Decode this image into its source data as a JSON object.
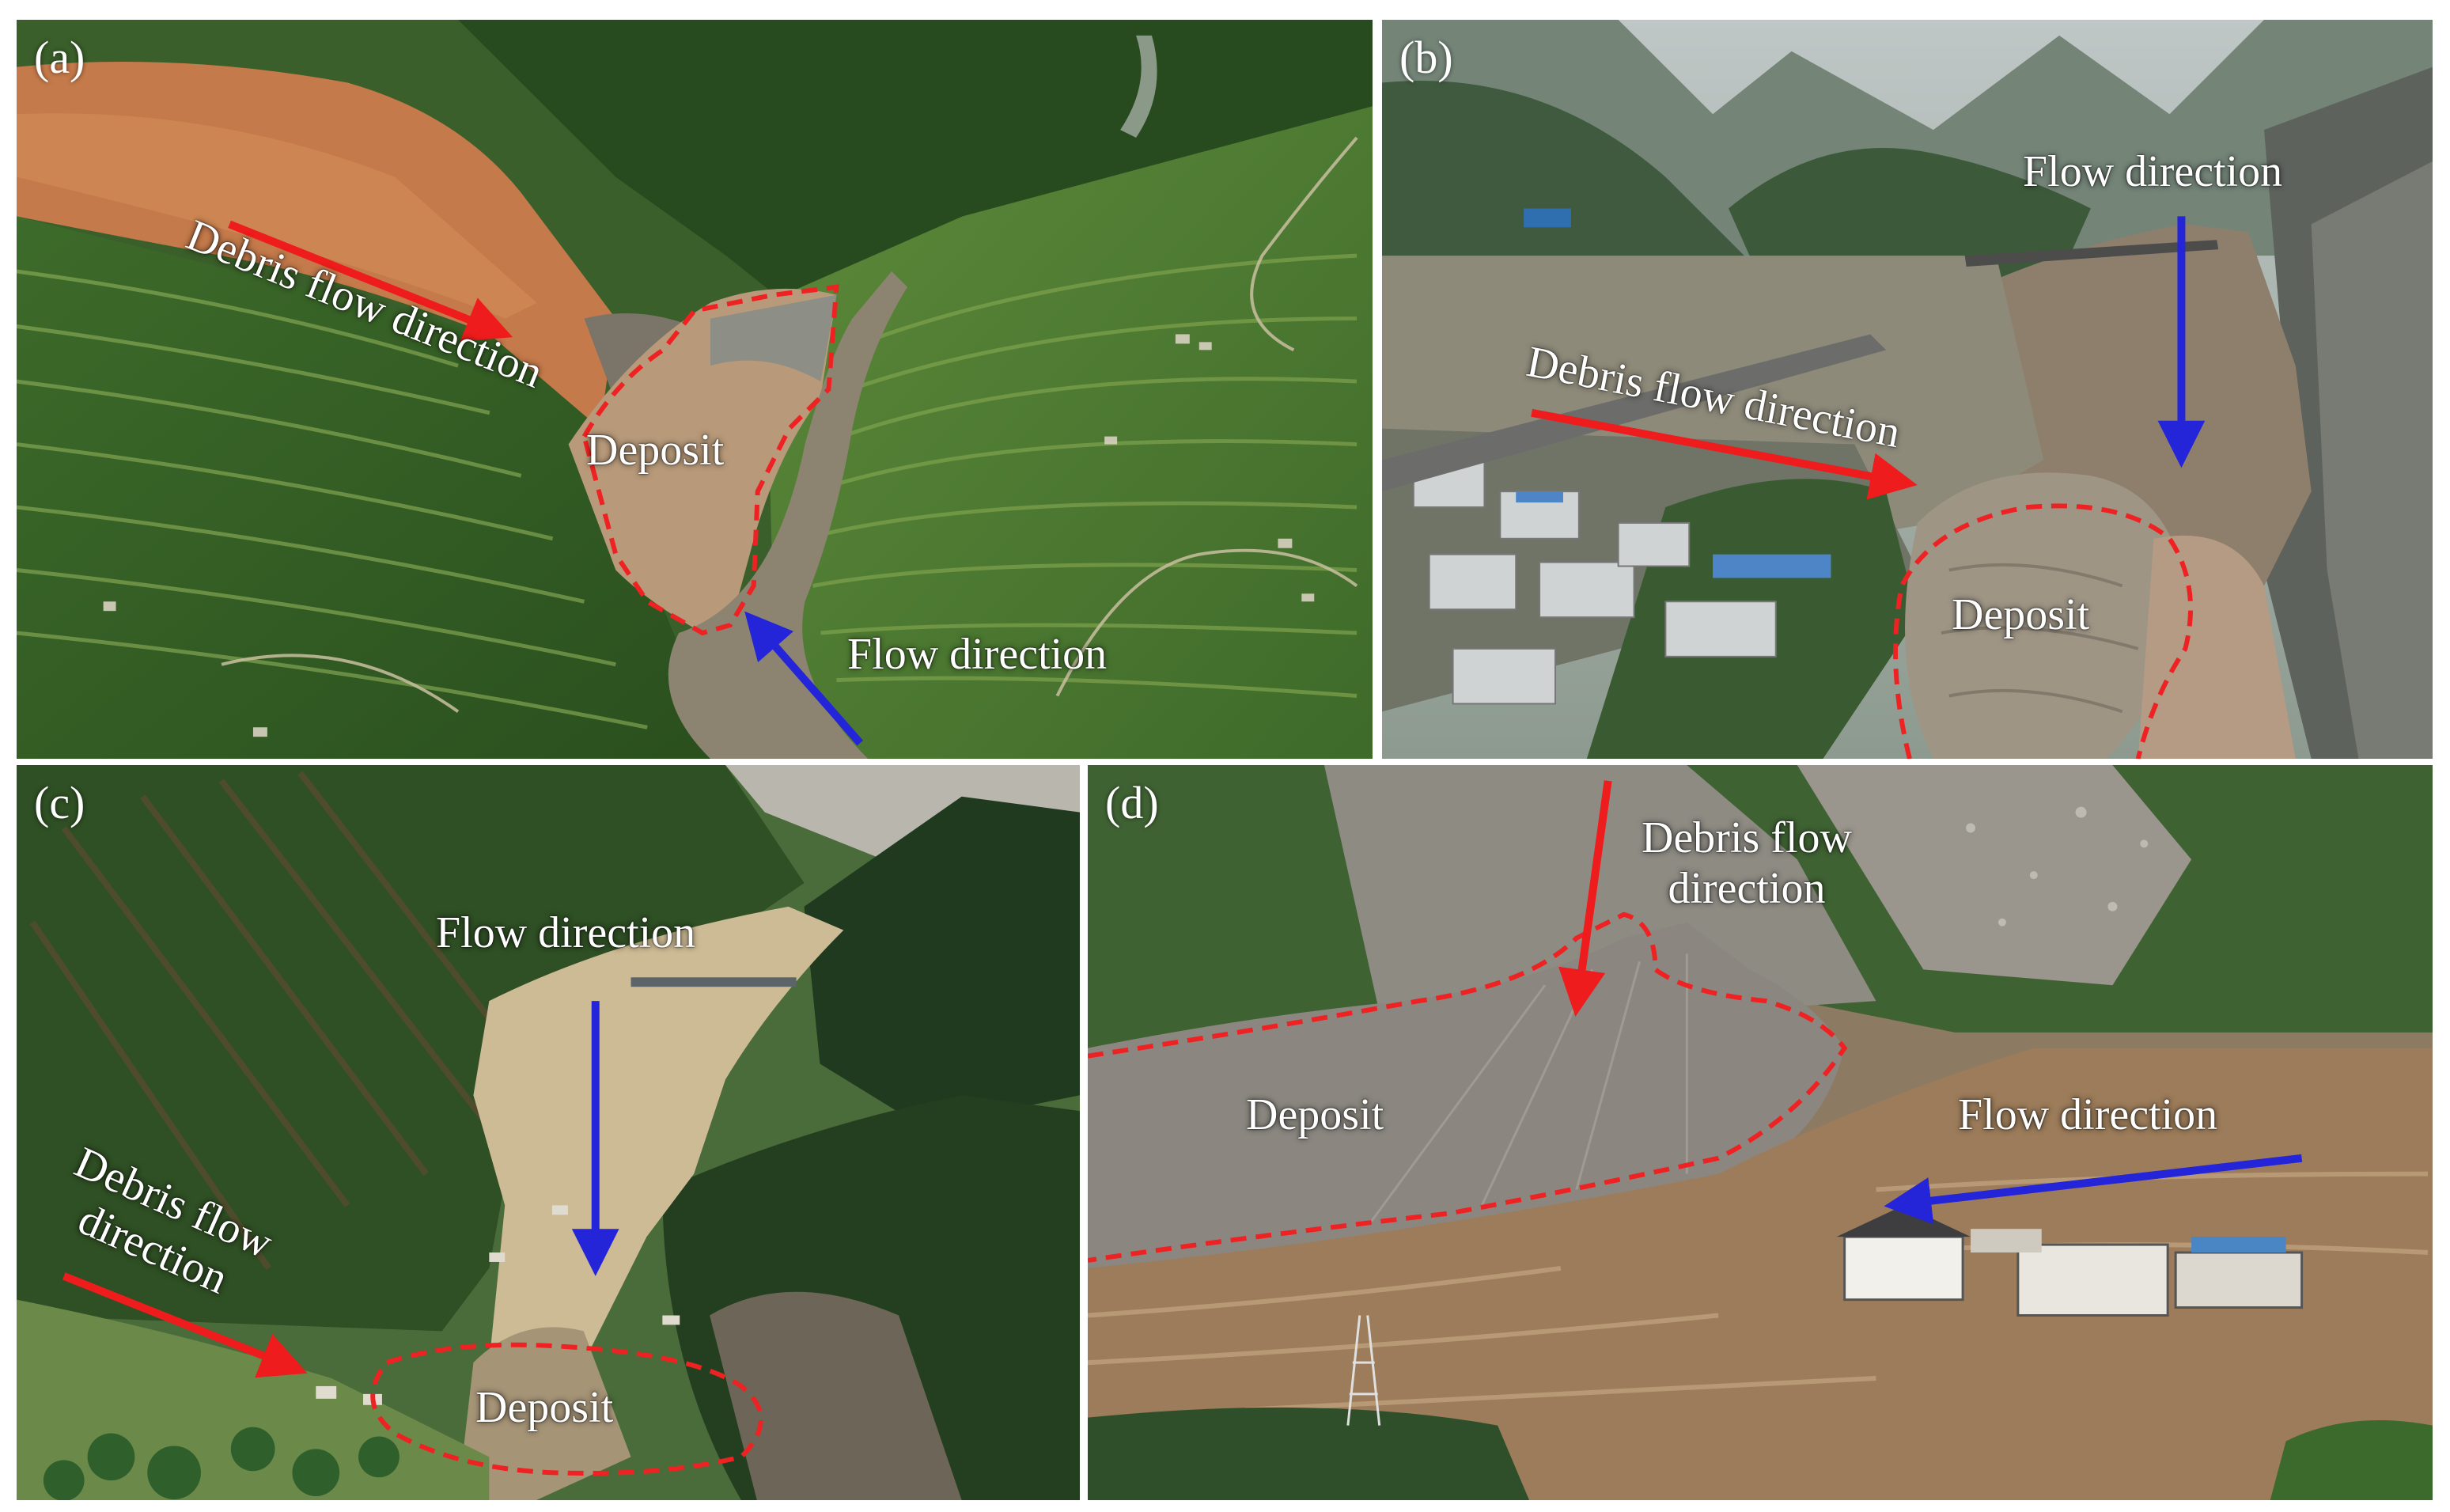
{
  "colors": {
    "debris_arrow": "#ee1c1c",
    "flow_arrow": "#2424d8",
    "deposit_outline": "#ee2222",
    "label_text": "#ffffff"
  },
  "panels": {
    "a": {
      "tag": "(a)",
      "debris": "Debris flow direction",
      "deposit": "Deposit",
      "flow": "Flow direction"
    },
    "b": {
      "tag": "(b)",
      "debris": "Debris flow direction",
      "deposit": "Deposit",
      "flow": "Flow direction"
    },
    "c": {
      "tag": "(c)",
      "debris_line1": "Debris flow",
      "debris_line2": "direction",
      "deposit": "Deposit",
      "flow": "Flow direction"
    },
    "d": {
      "tag": "(d)",
      "debris_line1": "Debris flow",
      "debris_line2": "direction",
      "deposit": "Deposit",
      "flow": "Flow direction"
    }
  }
}
